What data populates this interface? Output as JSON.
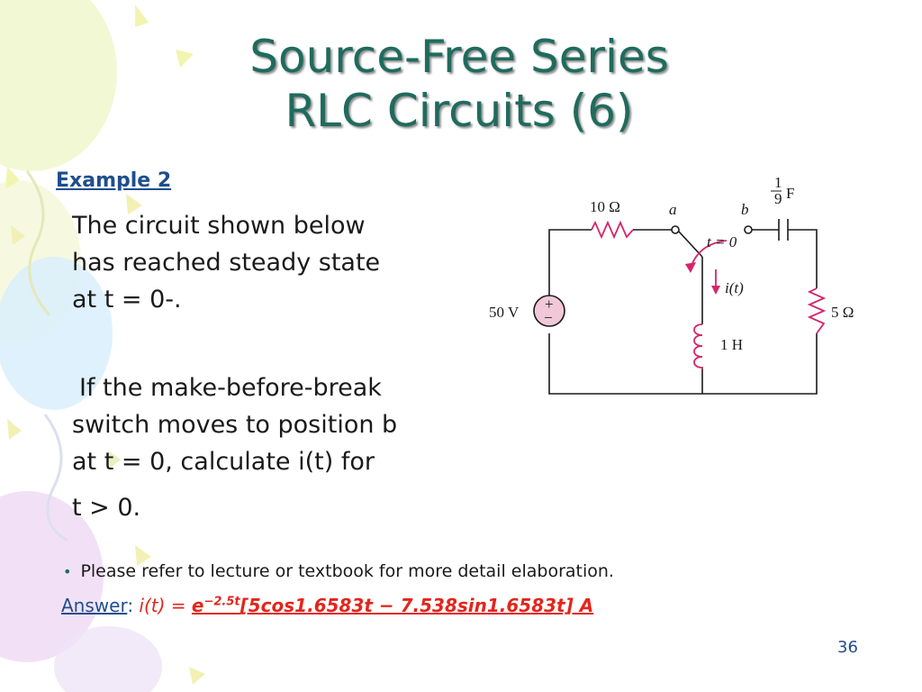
{
  "title": {
    "line1": "Source-Free Series",
    "line2": "RLC Circuits (6)"
  },
  "example_label": "Example 2",
  "paragraph1": {
    "line1": "The circuit shown below",
    "line2": "has reached steady state",
    "line3": "at t = 0-."
  },
  "paragraph2": {
    "line1": "If the make-before-break",
    "line2": "switch moves to position b",
    "line3": "at t = 0, calculate i(t) for",
    "line4": "t > 0."
  },
  "bullet_text": "Please refer to lecture or textbook for more detail elaboration.",
  "answer": {
    "label": "Answer",
    "colon": ":",
    "lhs": "i(t) = ",
    "base": "e",
    "exponent": "−2.5t",
    "bracket": "[5cos1.6583t − 7.538sin1.6583t] A"
  },
  "page_number": "36",
  "circuit": {
    "resistor_10": "10 Ω",
    "node_a": "a",
    "node_b": "b",
    "cap_num": "1",
    "cap_den": "9",
    "cap_unit": "F",
    "switch_time": "t = 0",
    "current": "i(t)",
    "source_voltage": "50 V",
    "plus": "+",
    "minus": "−",
    "resistor_5": "5 Ω",
    "inductor": "1 H"
  },
  "colors": {
    "title": "#1f6b5e",
    "link_blue": "#1f4e8c",
    "answer_red": "#e2261c",
    "component_pink": "#d4256b"
  }
}
